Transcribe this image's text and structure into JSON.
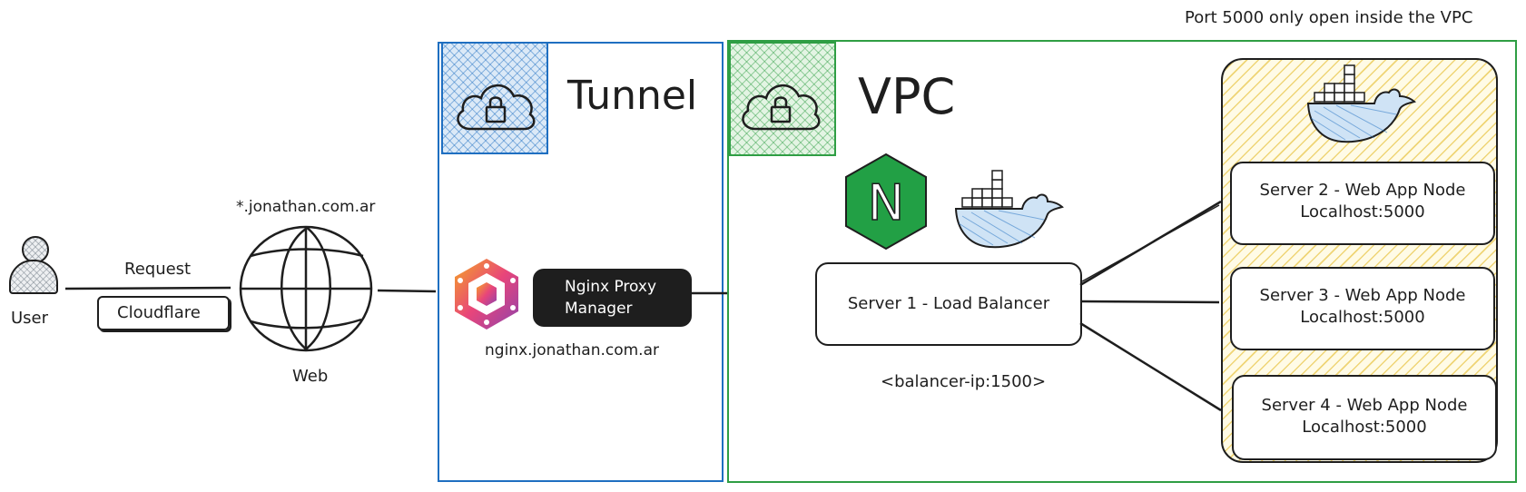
{
  "note": "Port 5000 only open inside the VPC",
  "user": {
    "label": "User"
  },
  "request": {
    "label": "Request",
    "cloudflare": "Cloudflare"
  },
  "web": {
    "domain": "*.jonathan.com.ar",
    "label": "Web"
  },
  "tunnel": {
    "title": "Tunnel",
    "npm_label_line1": "Nginx Proxy",
    "npm_label_line2": "Manager",
    "npm_domain": "nginx.jonathan.com.ar"
  },
  "vpc": {
    "title": "VPC",
    "balancer": "Server 1 - Load Balancer",
    "balancer_ip": "<balancer-ip:1500>",
    "nginx_letter": "N"
  },
  "servers": [
    {
      "name": "Server 2 - Web App Node",
      "addr": "Localhost:5000"
    },
    {
      "name": "Server 3 - Web App Node",
      "addr": "Localhost:5000"
    },
    {
      "name": "Server 4 - Web App Node",
      "addr": "Localhost:5000"
    }
  ],
  "colors": {
    "tunnel": "#1f6fc1",
    "vpc": "#2f9e44",
    "nginx": "#22a045",
    "dark": "#1e1e1e",
    "yellow": "#f3d35b"
  },
  "icons": [
    "user-icon",
    "globe-icon",
    "cloud-lock-icon",
    "docker-whale-icon",
    "nginx-icon",
    "nginx-proxy-manager-icon"
  ]
}
